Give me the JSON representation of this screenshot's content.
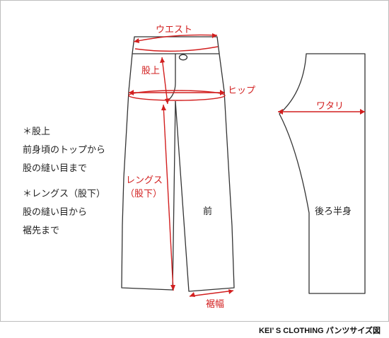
{
  "measurements": {
    "waist": "ウエスト",
    "rise": "股上",
    "hip": "ヒップ",
    "thigh": "ワタリ",
    "inseam_line1": "レングス",
    "inseam_line2": "（股下）",
    "hem": "裾幅"
  },
  "views": {
    "front": "前",
    "back": "後ろ半身"
  },
  "notes": [
    "＊股上",
    "前身頃のトップから",
    "股の縫い目まで",
    "＊レングス（股下）",
    "股の縫い目から",
    "裾先まで"
  ],
  "footer": "KEI’ S CLOTHING パンツサイズ図",
  "colors": {
    "measure": "#d21f1f",
    "outline": "#333333",
    "border": "#bdbdbd"
  }
}
